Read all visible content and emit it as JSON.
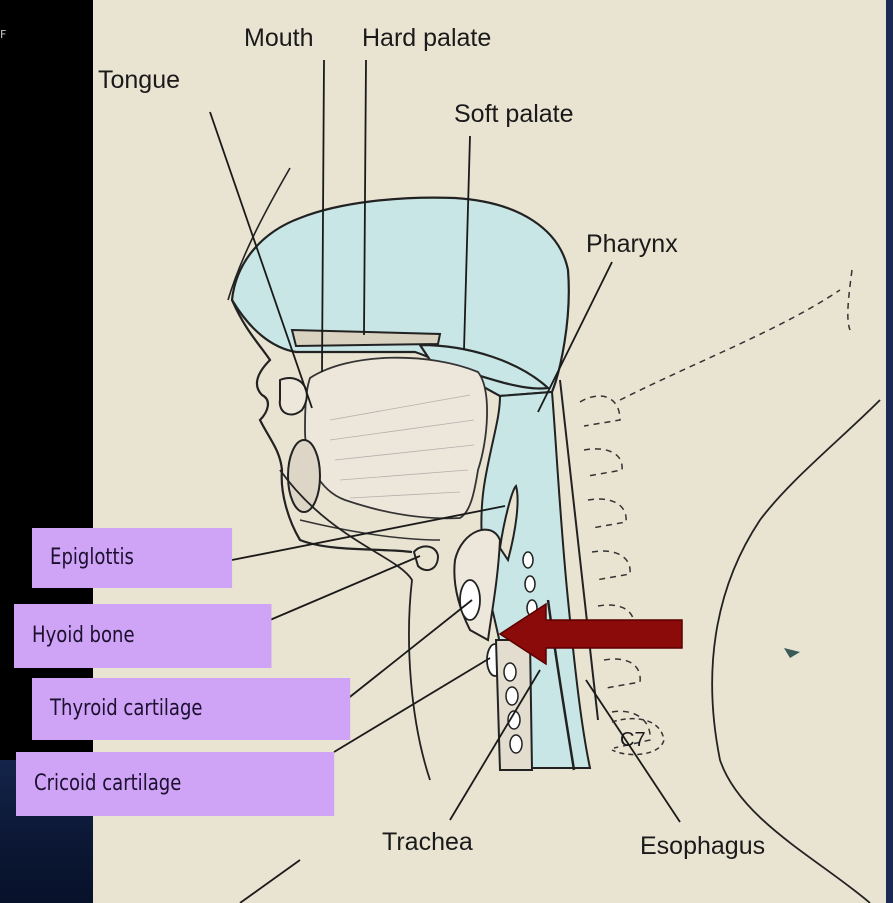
{
  "diagram": {
    "labels": {
      "mouth": "Mouth",
      "hard_palate": "Hard palate",
      "tongue": "Tongue",
      "soft_palate": "Soft palate",
      "pharynx": "Pharynx",
      "trachea": "Trachea",
      "esophagus": "Esophagus",
      "c7": "C7"
    },
    "callouts": {
      "epiglottis": "Epiglottis",
      "hyoid_bone": "Hyoid bone",
      "thyroid_cartilage": "Thyroid cartilage",
      "cricoid_cartilage": "Cricoid cartilage"
    }
  },
  "colors": {
    "callout_fill": "#cfa3f5",
    "arrow": "#8b0a0a",
    "tissue_fill": "#c9e6e6",
    "paper": "#e9e3d2"
  }
}
